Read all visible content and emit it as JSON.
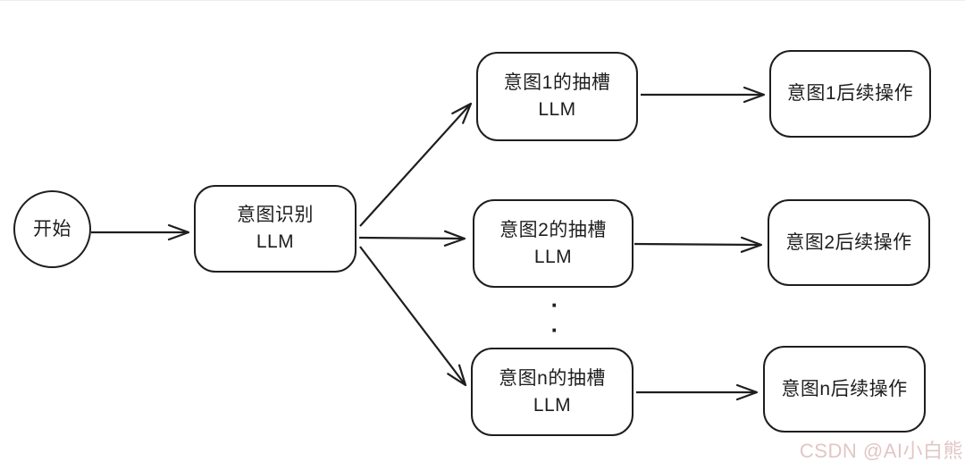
{
  "diagram": {
    "type": "flowchart",
    "topic": "Intent recognition LLM routing to per-intent slot-filling LLMs and follow-up actions"
  },
  "nodes": {
    "start": {
      "label": "开始",
      "shape": "circle"
    },
    "intent_llm": {
      "line1": "意图识别",
      "line2": "LLM",
      "shape": "rounded-rect"
    },
    "slot_1": {
      "line1": "意图1的抽槽",
      "line2": "LLM",
      "shape": "rounded-rect"
    },
    "slot_2": {
      "line1": "意图2的抽槽",
      "line2": "LLM",
      "shape": "rounded-rect"
    },
    "slot_n": {
      "line1": "意图n的抽槽",
      "line2": "LLM",
      "shape": "rounded-rect"
    },
    "action_1": {
      "label": "意图1后续操作",
      "shape": "rounded-rect"
    },
    "action_2": {
      "label": "意图2后续操作",
      "shape": "rounded-rect"
    },
    "action_n": {
      "label": "意图n后续操作",
      "shape": "rounded-rect"
    }
  },
  "edges": [
    {
      "from": "start",
      "to": "intent_llm"
    },
    {
      "from": "intent_llm",
      "to": "slot_1"
    },
    {
      "from": "intent_llm",
      "to": "slot_2"
    },
    {
      "from": "intent_llm",
      "to": "slot_n"
    },
    {
      "from": "slot_1",
      "to": "action_1"
    },
    {
      "from": "slot_2",
      "to": "action_2"
    },
    {
      "from": "slot_n",
      "to": "action_n"
    }
  ],
  "ellipsis": {
    "dot": "·"
  },
  "watermark": {
    "text": "CSDN @AI小白熊"
  },
  "colors": {
    "stroke": "#1e1e1e",
    "background": "#ffffff",
    "watermark": "#e2c6c6"
  }
}
